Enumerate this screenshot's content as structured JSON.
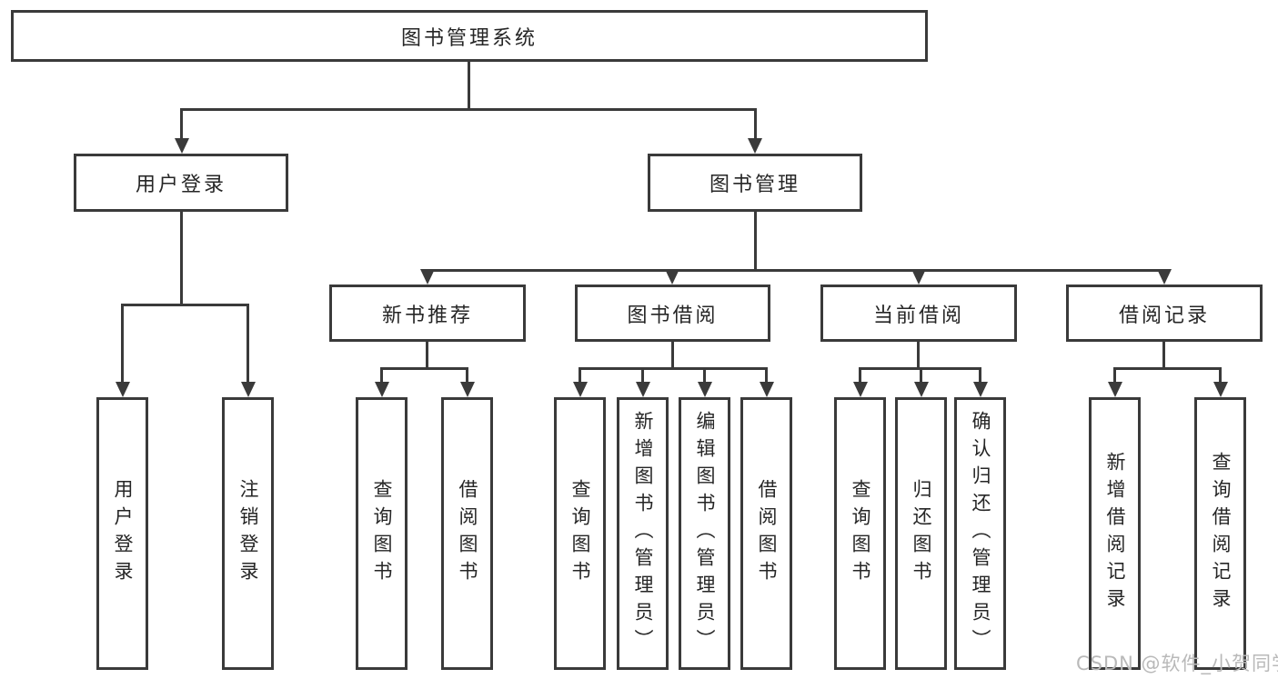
{
  "diagram": {
    "root": {
      "label": "图书管理系统"
    },
    "level1": {
      "user_login": {
        "label": "用户登录"
      },
      "book_management": {
        "label": "图书管理"
      }
    },
    "level2": {
      "new_book_recommend": {
        "label": "新书推荐"
      },
      "book_borrow": {
        "label": "图书借阅"
      },
      "current_borrow": {
        "label": "当前借阅"
      },
      "borrow_records": {
        "label": "借阅记录"
      }
    },
    "leaves": {
      "user": [
        "用户登录",
        "注销登录"
      ],
      "recommend": [
        "查询图书",
        "借阅图书"
      ],
      "borrow": [
        "查询图书",
        "新增图书（管理员）",
        "编辑图书（管理员）",
        "借阅图书"
      ],
      "current": [
        "查询图书",
        "归还图书",
        "确认归还（管理员）"
      ],
      "records": [
        "新增借阅记录",
        "查询借阅记录"
      ]
    }
  },
  "watermark": {
    "text": "CSDN @软件_小贺同学"
  },
  "colors": {
    "line": "#3a3a3a",
    "text": "#262626",
    "watermark": "#b9b9b9",
    "background": "#ffffff"
  }
}
